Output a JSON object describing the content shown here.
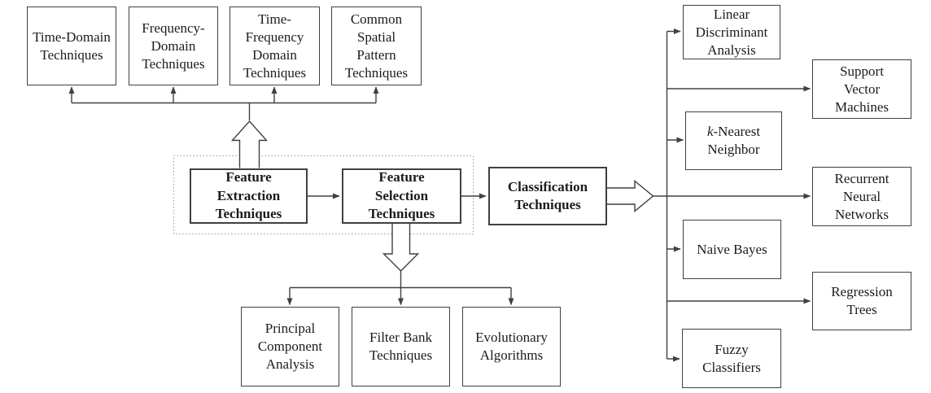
{
  "meta": {
    "diagram_type": "flowchart",
    "background_color": "#ffffff",
    "line_color": "#404040",
    "text_color": "#1b1b1b",
    "dotted_outline_color": "#9a9a9a"
  },
  "nodes": {
    "time_domain": {
      "label": "Time-Domain\nTechniques"
    },
    "frequency_domain": {
      "label": "Frequency-\nDomain\nTechniques"
    },
    "time_frequency_domain": {
      "label": "Time-\nFrequency\nDomain\nTechniques"
    },
    "common_spatial_pattern": {
      "label": "Common\nSpatial\nPattern\nTechniques"
    },
    "feature_extraction": {
      "label": "Feature\nExtraction\nTechniques"
    },
    "feature_selection": {
      "label": "Feature\nSelection\nTechniques"
    },
    "classification": {
      "label": "Classification\nTechniques"
    },
    "principal_component_analysis": {
      "label": "Principal\nComponent\nAnalysis"
    },
    "filter_bank": {
      "label": "Filter Bank\nTechniques"
    },
    "evolutionary_algorithms": {
      "label": "Evolutionary\nAlgorithms"
    },
    "linear_discriminant_analysis": {
      "label": "Linear\nDiscriminant\nAnalysis"
    },
    "support_vector_machines": {
      "label": "Support\nVector\nMachines"
    },
    "k_nearest_neighbor": {
      "label_prefix_italic": "k",
      "label_rest": "-Nearest\nNeighbor"
    },
    "recurrent_neural_networks": {
      "label": "Recurrent\nNeural\nNetworks"
    },
    "naive_bayes": {
      "label": "Naive Bayes"
    },
    "regression_trees": {
      "label": "Regression\nTrees"
    },
    "fuzzy_classifiers": {
      "label": "Fuzzy\nClassifiers"
    }
  },
  "relationships": {
    "pipeline": [
      "Feature Extraction Techniques",
      "Feature Selection Techniques",
      "Classification Techniques"
    ],
    "feature_extraction_methods": [
      "Time-Domain Techniques",
      "Frequency-Domain Techniques",
      "Time-Frequency Domain Techniques",
      "Common Spatial Pattern Techniques"
    ],
    "feature_selection_methods": [
      "Principal Component Analysis",
      "Filter Bank Techniques",
      "Evolutionary Algorithms"
    ],
    "classification_methods": [
      "Linear Discriminant Analysis",
      "Support Vector Machines",
      "k-Nearest Neighbor",
      "Recurrent Neural Networks",
      "Naive Bayes",
      "Regression Trees",
      "Fuzzy Classifiers"
    ]
  }
}
